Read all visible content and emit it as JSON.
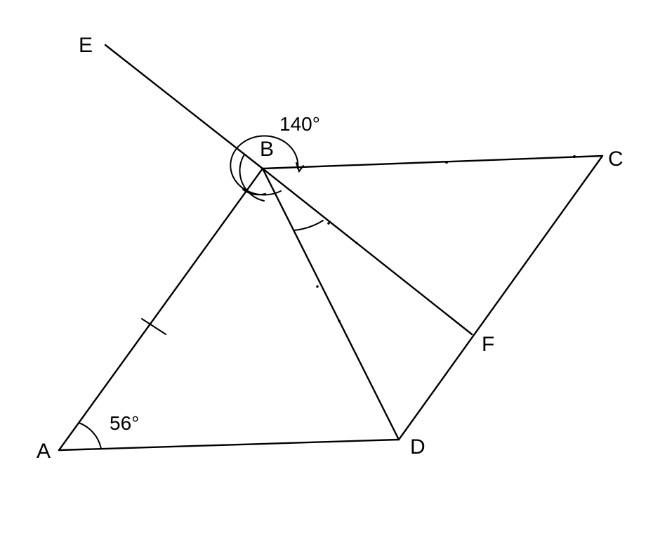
{
  "points": {
    "A": "A",
    "B": "B",
    "C": "C",
    "D": "D",
    "E": "E",
    "F": "F"
  },
  "angles": {
    "at_A": "56°",
    "at_B": "140°"
  },
  "colors": {
    "ink": "#000000",
    "background": "#ffffff"
  }
}
